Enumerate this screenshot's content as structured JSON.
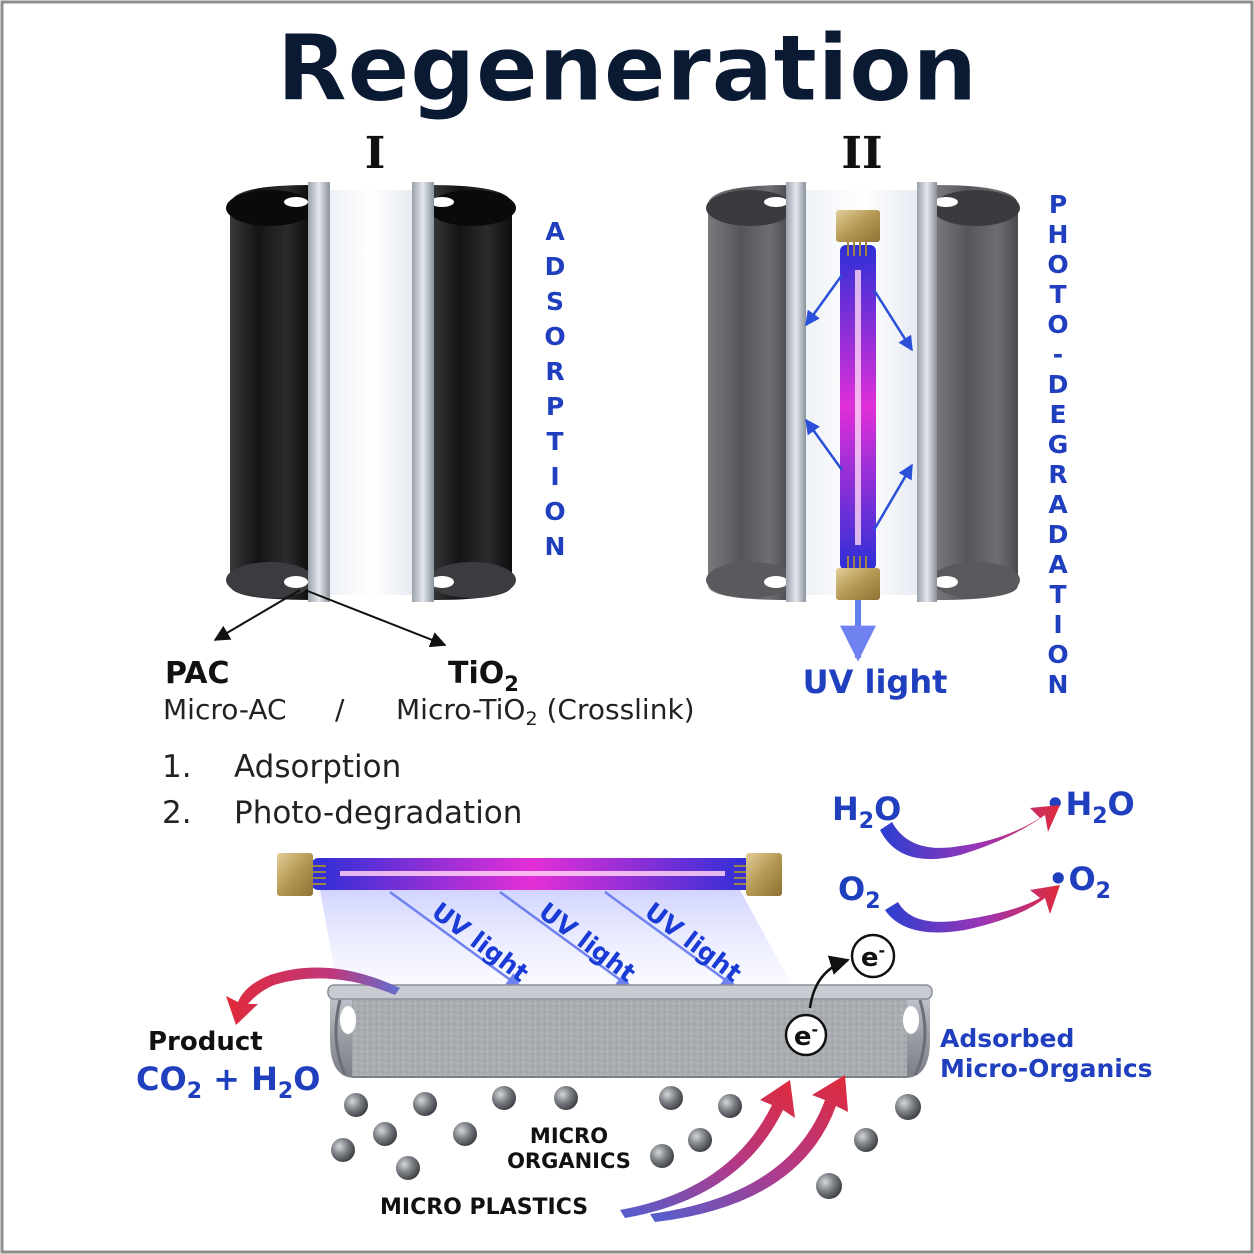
{
  "title": "Regeneration",
  "panel_one": {
    "numeral": "I",
    "side_label": [
      "A",
      "D",
      "S",
      "O",
      "R",
      "P",
      "T",
      "I",
      "O",
      "N"
    ],
    "left_material": {
      "name": "PAC",
      "detail": "Micro-AC"
    },
    "separator": "/",
    "right_material": {
      "name_main": "TiO",
      "name_sub": "2",
      "detail_main": "Micro-TiO",
      "detail_sub": "2",
      "detail_tail": " (Crosslink)"
    }
  },
  "panel_two": {
    "numeral": "II",
    "side_label": [
      "P",
      "H",
      "O",
      "T",
      "O",
      "-",
      "D",
      "E",
      "G",
      "R",
      "A",
      "D",
      "A",
      "T",
      "I",
      "O",
      "N"
    ],
    "lamp_label": "UV light"
  },
  "steps": [
    {
      "number": "1.",
      "text": "Adsorption"
    },
    {
      "number": "2.",
      "text": "Photo-degradation"
    }
  ],
  "bottom": {
    "uv_ray_label": "UV light",
    "reactions": [
      {
        "reactant_main": "H",
        "reactant_sub": "2",
        "reactant_tail": "O",
        "product_main": "•H",
        "product_sub": "2",
        "product_tail": "O"
      },
      {
        "reactant_main": "O",
        "reactant_sub": "2",
        "reactant_tail": "",
        "product_main": "•O",
        "product_sub": "2",
        "product_tail": ""
      }
    ],
    "electron": {
      "main": "e",
      "sup": "-"
    },
    "product_heading": "Product",
    "product_formula": {
      "a": "CO",
      "a_sub": "2",
      "plus": " + ",
      "b": "H",
      "b_sub": "2",
      "b_tail": "O"
    },
    "adsorbed_label": [
      "Adsorbed",
      "Micro-Organics"
    ],
    "micro_organics_label": [
      "MICRO",
      "ORGANICS"
    ],
    "micro_plastics_label": "MICRO PLASTICS"
  },
  "colors": {
    "title": "#0b1a33",
    "blue_text": "#1f3fbf",
    "ray_text": "#1a3bd6",
    "arrow_red": "#e02a3a",
    "arrow_blue": "#2a4fd8"
  }
}
